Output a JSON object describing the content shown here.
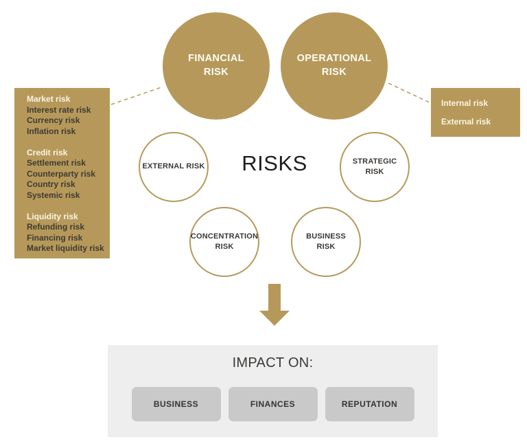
{
  "title": "RISKS",
  "colors": {
    "gold": "#b6995a",
    "panel_bg": "#eeeeee",
    "button_bg": "#c9c9c9",
    "dark_text": "#3a3835",
    "light_text": "#faf5e4"
  },
  "top_circles": {
    "financial": {
      "label": "FINANCIAL\nRISK"
    },
    "operational": {
      "label": "OPERATIONAL\nRISK"
    }
  },
  "left_box": {
    "groups": [
      {
        "header": "Market risk",
        "items": [
          "Interest rate risk",
          "Currency risk",
          "Inflation risk"
        ]
      },
      {
        "header": "Credit risk",
        "items": [
          "Settlement risk",
          "Counterparty risk",
          "Country risk",
          "Systemic risk"
        ]
      },
      {
        "header": "Liquidity risk",
        "items": [
          "Refunding risk",
          "Financing risk",
          "Market liquidity risk"
        ]
      }
    ]
  },
  "right_box": {
    "items": [
      "Internal risk",
      "External risk"
    ]
  },
  "inner_circles": {
    "external": {
      "label": "EXTERNAL RISK"
    },
    "strategic": {
      "label": "STRATEGIC\nRISK"
    },
    "concentration": {
      "label": "CONCENTRATION\nRISK"
    },
    "business": {
      "label": "BUSINESS\nRISK"
    }
  },
  "impact": {
    "title": "IMPACT ON:",
    "buttons": [
      "BUSINESS",
      "FINANCES",
      "REPUTATION"
    ]
  }
}
